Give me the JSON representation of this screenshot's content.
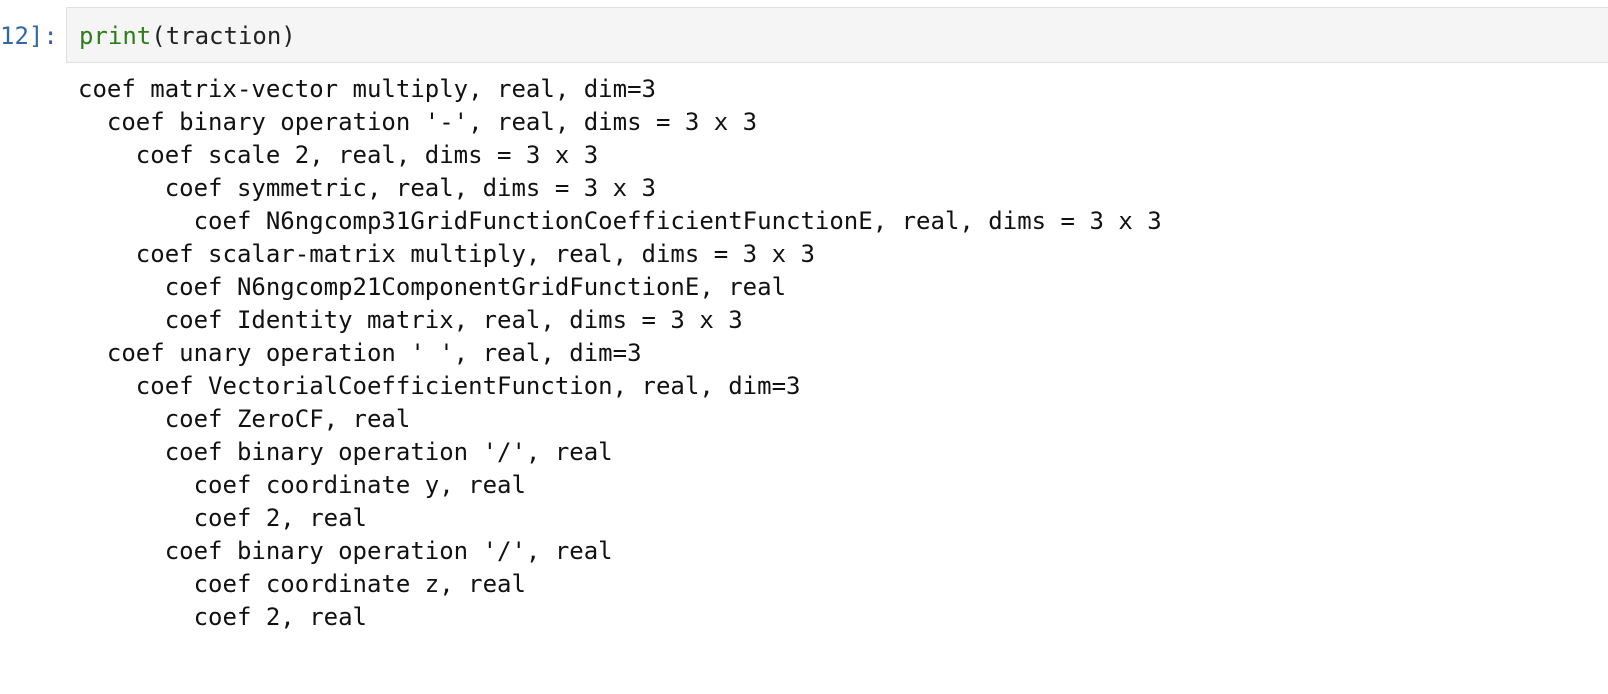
{
  "cell": {
    "prompt": "12]:",
    "code_func": "print",
    "code_args": "(traction)",
    "output_lines": [
      "coef matrix-vector multiply, real, dim=3",
      "  coef binary operation '-', real, dims = 3 x 3",
      "    coef scale 2, real, dims = 3 x 3",
      "      coef symmetric, real, dims = 3 x 3",
      "        coef N6ngcomp31GridFunctionCoefficientFunctionE, real, dims = 3 x 3",
      "    coef scalar-matrix multiply, real, dims = 3 x 3",
      "      coef N6ngcomp21ComponentGridFunctionE, real",
      "      coef Identity matrix, real, dims = 3 x 3",
      "  coef unary operation ' ', real, dim=3",
      "    coef VectorialCoefficientFunction, real, dim=3",
      "      coef ZeroCF, real",
      "      coef binary operation '/', real",
      "        coef coordinate y, real",
      "        coef 2, real",
      "      coef binary operation '/', real",
      "        coef coordinate z, real",
      "        coef 2, real"
    ]
  },
  "colors": {
    "prompt": "#3069a8",
    "builtin": "#2e7d1b",
    "input_bg": "#f5f5f5"
  }
}
